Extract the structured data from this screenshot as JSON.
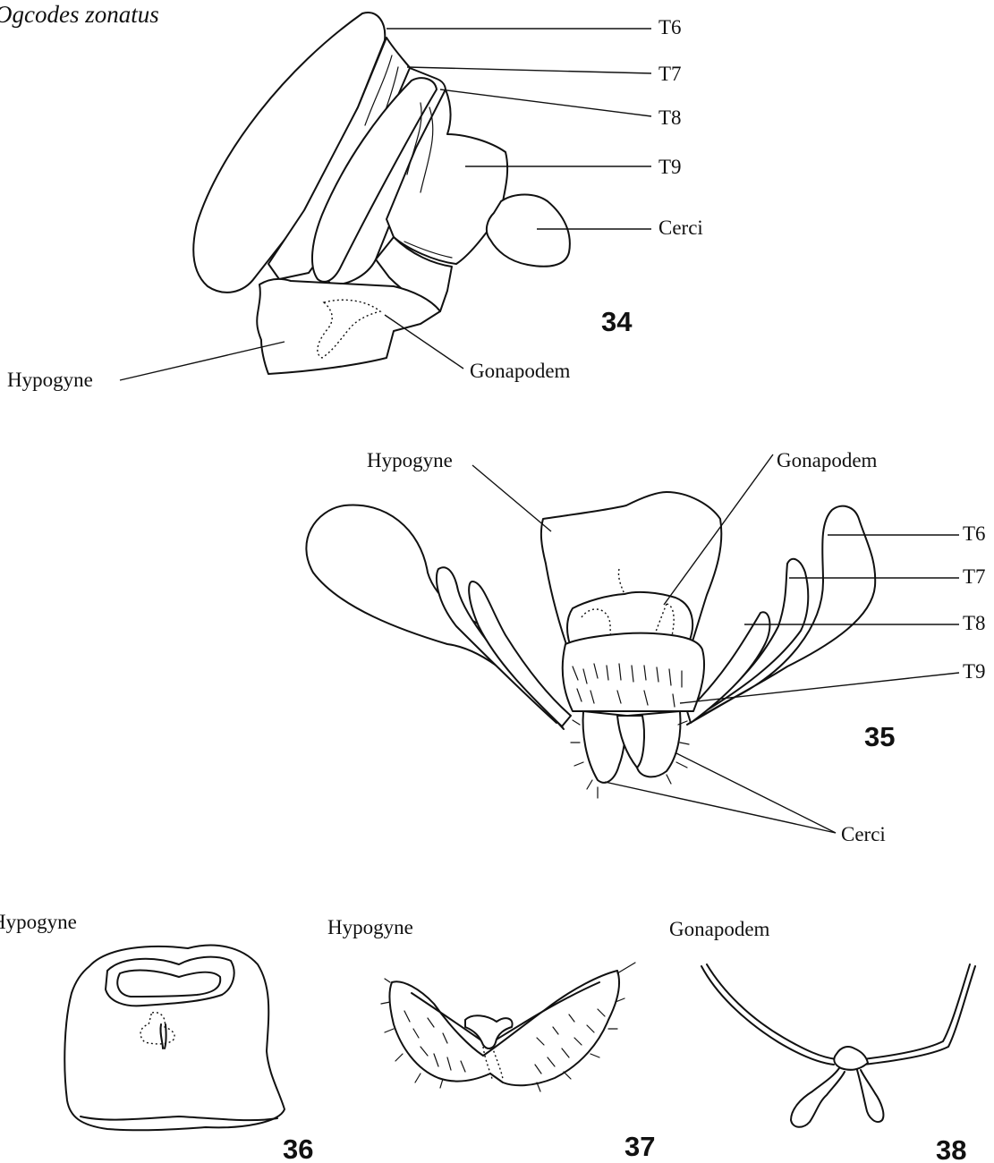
{
  "title": "Ogcodes zonatus",
  "fig34": {
    "number": "34",
    "labels": {
      "t6": "T6",
      "t7": "T7",
      "t8": "T8",
      "t9": "T9",
      "cerci": "Cerci",
      "hypogyne": "Hypogyne",
      "gonapodem": "Gonapodem"
    }
  },
  "fig35": {
    "number": "35",
    "labels": {
      "hypogyne": "Hypogyne",
      "gonapodem": "Gonapodem",
      "t6": "T6",
      "t7": "T7",
      "t8": "T8",
      "t9": "T9",
      "cerci": "Cerci"
    }
  },
  "fig36": {
    "number": "36",
    "label": "Hypogyne"
  },
  "fig37": {
    "number": "37",
    "label": "Hypogyne"
  },
  "fig38": {
    "number": "38",
    "label": "Gonapodem"
  }
}
